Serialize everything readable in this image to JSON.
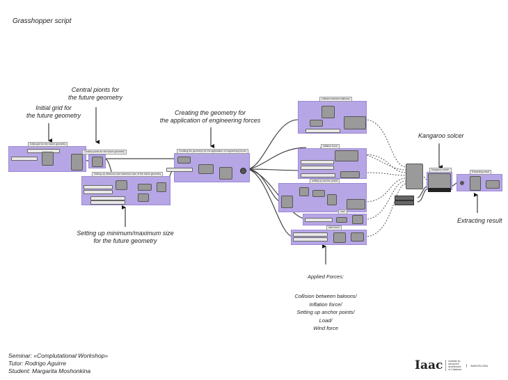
{
  "title": "Grasshopper script",
  "annotations": {
    "initial_grid": [
      "Initial grid for",
      "the future geometry"
    ],
    "central_points": [
      "Central pionts for",
      "the future geometry"
    ],
    "creating_geometry": [
      "Creating the geometry for",
      "the application of engineering forces"
    ],
    "min_max": [
      "Setting up minimum/maximum size",
      "for the future geometry"
    ],
    "kangaroo": "Kangaroo solcer",
    "extracting": "Extracting result",
    "applied_forces_title": "Applied Forces:",
    "applied_forces": [
      "Collision between baloons/",
      "Inflation force/",
      "Setting up anchor points/",
      "Load/",
      "Wind force"
    ]
  },
  "groups": {
    "g1": "Initial grid for the future geometry",
    "g2": "Central points for the future geometry",
    "g3": "Setting up minimum and maximum size of the future geometry",
    "g4": "Creating the geometry for the application of engineering forces",
    "g5": "collision between balloons",
    "g6": "inflation force",
    "g7": "setting up anchor points",
    "g8": "load",
    "g9": "wind force",
    "g10": "Kangaroo solver",
    "g11": "Extracting result"
  },
  "footer": {
    "seminar": "Seminar: «Complutational Workshop»",
    "tutor": "Tutor:  Rodrigo Aguirre",
    "student": "Student:  Margarita  Moshonkina"
  },
  "logo": {
    "mark": "Iaac",
    "text": "Institute for advanced architecture of Catalonia",
    "city": "BARCELONA"
  },
  "colors": {
    "group": "#b7a6e6",
    "component": "#9a9a9a"
  }
}
